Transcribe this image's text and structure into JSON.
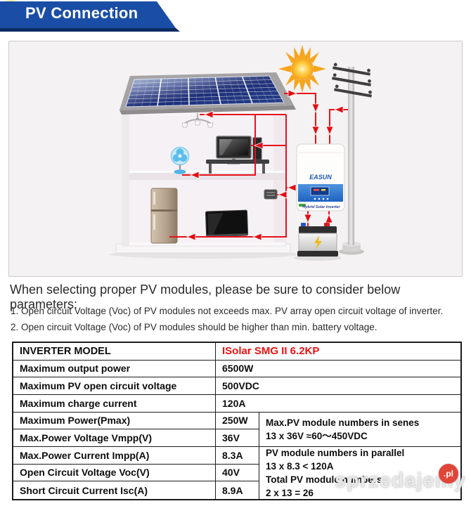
{
  "header": {
    "title": "PV Connection",
    "banner_color": "#1a4ea6",
    "shadow_color": "#0b2b63",
    "text_color": "#ffffff"
  },
  "diagram": {
    "background": "#f4f2f3",
    "wire_color": "#e8111a",
    "panel_blue": "#1c2c74",
    "inverter_logo": "EASUN",
    "inverter_label": "Hybrid Solar Inverter",
    "icons": [
      "sun-icon",
      "solar-panel-array",
      "house",
      "utility-pole-icon",
      "hybrid-inverter",
      "battery-icon",
      "chandelier-icon",
      "computer-icon",
      "fan-icon",
      "fridge-icon",
      "tv-icon"
    ]
  },
  "intro": {
    "heading": "When selecting proper PV modules, please be sure to consider below parameters:",
    "items": [
      "1. Open circuit Voltage (Voc) of PV modules not exceeds max. PV array open circuit voltage of inverter.",
      "2. Open circuit Voltage (Voc) of PV modules should be higher than min. battery voltage."
    ]
  },
  "table": {
    "model_row": {
      "label": "INVERTER MODEL",
      "value": "ISolar SMG II 6.2KP",
      "value_color": "#ef1010"
    },
    "rows_simple": [
      {
        "label": "Maximum output power",
        "value": "6500W"
      },
      {
        "label": "Maximum PV open circuit voltage",
        "value": "500VDC"
      },
      {
        "label": "Maximum charge current",
        "value": "120A"
      }
    ],
    "rows_detail": [
      {
        "label": "Maximum Power(Pmax)",
        "value": "250W"
      },
      {
        "label": "Max.Power Voltage Vmpp(V)",
        "value": "36V"
      },
      {
        "label": "Max.Power Current Impp(A)",
        "value": "8.3A"
      },
      {
        "label": "Open Circuit Voltage Voc(V)",
        "value": "40V"
      },
      {
        "label": "Short Circuit Current Isc(A)",
        "value": "8.9A"
      }
    ],
    "note_series": {
      "line1": "Max.PV module numbers in senes",
      "line2": "13 x 36V ≈60～450VDC"
    },
    "note_parallel": {
      "line1": "PV module numbers in parallel",
      "line2": "13 x 8.3 < 120A",
      "line3": "Total PV module numbers",
      "line4": "2 x 13 = 26"
    }
  },
  "watermark": {
    "text": "sprzedajemy",
    "suffix": ".pl"
  }
}
